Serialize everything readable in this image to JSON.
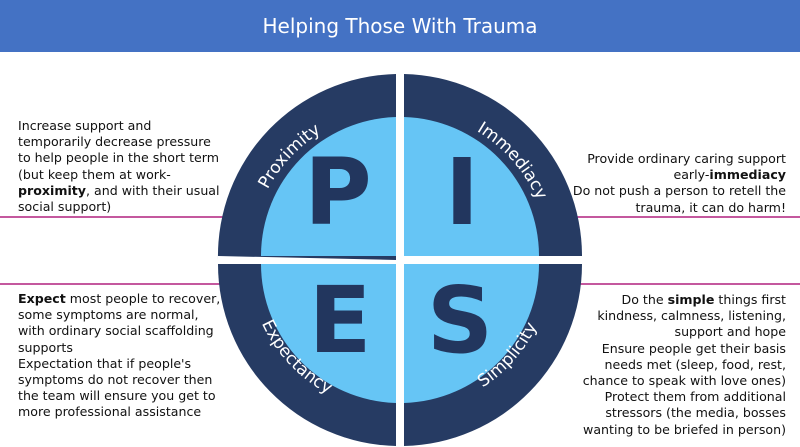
{
  "header": {
    "title": "Helping Those With Trauma"
  },
  "quadrants": [
    {
      "key": "proximity",
      "letter": "P",
      "label": "Proximity"
    },
    {
      "key": "immediacy",
      "letter": "I",
      "label": "Immediacy"
    },
    {
      "key": "expectancy",
      "letter": "E",
      "label": "Expectancy"
    },
    {
      "key": "simplicity",
      "letter": "S",
      "label": "Simplicity"
    }
  ],
  "blocks": {
    "proximity": {
      "lines": [
        [
          {
            "t": "Increase support and"
          }
        ],
        [
          {
            "t": "temporarily decrease pressure"
          }
        ],
        [
          {
            "t": "to help people in the short term"
          }
        ],
        [
          {
            "t": "(but keep them at work-"
          }
        ],
        [
          {
            "t": "proximity",
            "b": true
          },
          {
            "t": ", and with their usual"
          }
        ],
        [
          {
            "t": "social support)"
          }
        ]
      ]
    },
    "immediacy": {
      "lines": [
        [
          {
            "t": "Provide ordinary caring support"
          }
        ],
        [
          {
            "t": "early-"
          },
          {
            "t": "immediacy",
            "b": true
          }
        ],
        [
          {
            "t": "Do not push a person to retell the"
          }
        ],
        [
          {
            "t": "trauma, it can do harm!"
          }
        ]
      ]
    },
    "expectancy": {
      "lines": [
        [
          {
            "t": "Expect",
            "b": true
          },
          {
            "t": " most people to recover,"
          }
        ],
        [
          {
            "t": "some symptoms are normal,"
          }
        ],
        [
          {
            "t": "with ordinary social scaffolding"
          }
        ],
        [
          {
            "t": "supports"
          }
        ],
        [
          {
            "t": "Expectation that if people's"
          }
        ],
        [
          {
            "t": "symptoms do not recover then"
          }
        ],
        [
          {
            "t": "the team will ensure you get to"
          }
        ],
        [
          {
            "t": "more professional assistance"
          }
        ]
      ]
    },
    "simplicity": {
      "lines": [
        [
          {
            "t": "Do the "
          },
          {
            "t": "simple",
            "b": true
          },
          {
            "t": " things first"
          }
        ],
        [
          {
            "t": "kindness, calmness, listening,"
          }
        ],
        [
          {
            "t": "support and hope"
          }
        ],
        [
          {
            "t": "Ensure people get their basis"
          }
        ],
        [
          {
            "t": "needs met (sleep, food, rest,"
          }
        ],
        [
          {
            "t": "chance to speak with love ones)"
          }
        ],
        [
          {
            "t": "Protect them from additional"
          }
        ],
        [
          {
            "t": "stressors (the media, bosses"
          }
        ],
        [
          {
            "t": "wanting to be briefed in person)"
          }
        ]
      ]
    }
  },
  "colors": {
    "banner": "#4472c4",
    "ring": "#263b63",
    "inner": "#66c5f5",
    "letters": "#22365e",
    "connector": "#b0207e",
    "ring_text": "#ffffff"
  }
}
